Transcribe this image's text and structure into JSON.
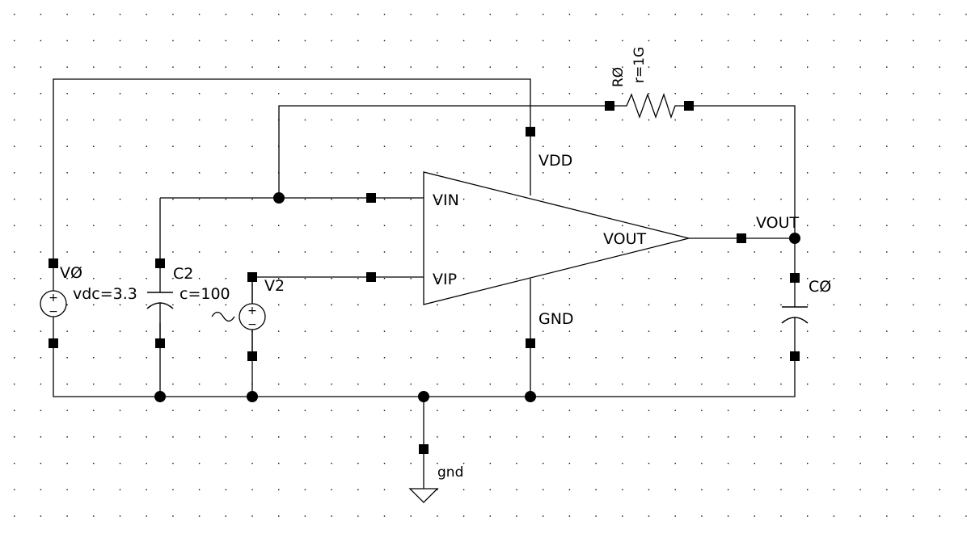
{
  "colors": {
    "background": "#ffffff",
    "ink": "#000000",
    "grid": "#000000"
  },
  "labels": {
    "vdd": "VDD",
    "gnd_pin": "GND",
    "vin": "VIN",
    "vip": "VIP",
    "vout_inside": "VOUT",
    "vout_net": "VOUT",
    "v0_name": "VØ",
    "v0_value": "vdc=3.3",
    "c2_name": "C2",
    "c2_value": "c=100",
    "v2_name": "V2",
    "c0_name": "CØ",
    "r0_name": "RØ",
    "r0_value": "r=1G",
    "ground": "gnd",
    "plus": "+",
    "minus": "−"
  },
  "icons": {
    "opamp": "opamp-triangle-icon",
    "resistor": "resistor-icon",
    "capacitor": "capacitor-icon",
    "dc_source": "dc-voltage-source-icon",
    "ac_source": "ac-voltage-source-icon",
    "ground": "ground-icon"
  }
}
